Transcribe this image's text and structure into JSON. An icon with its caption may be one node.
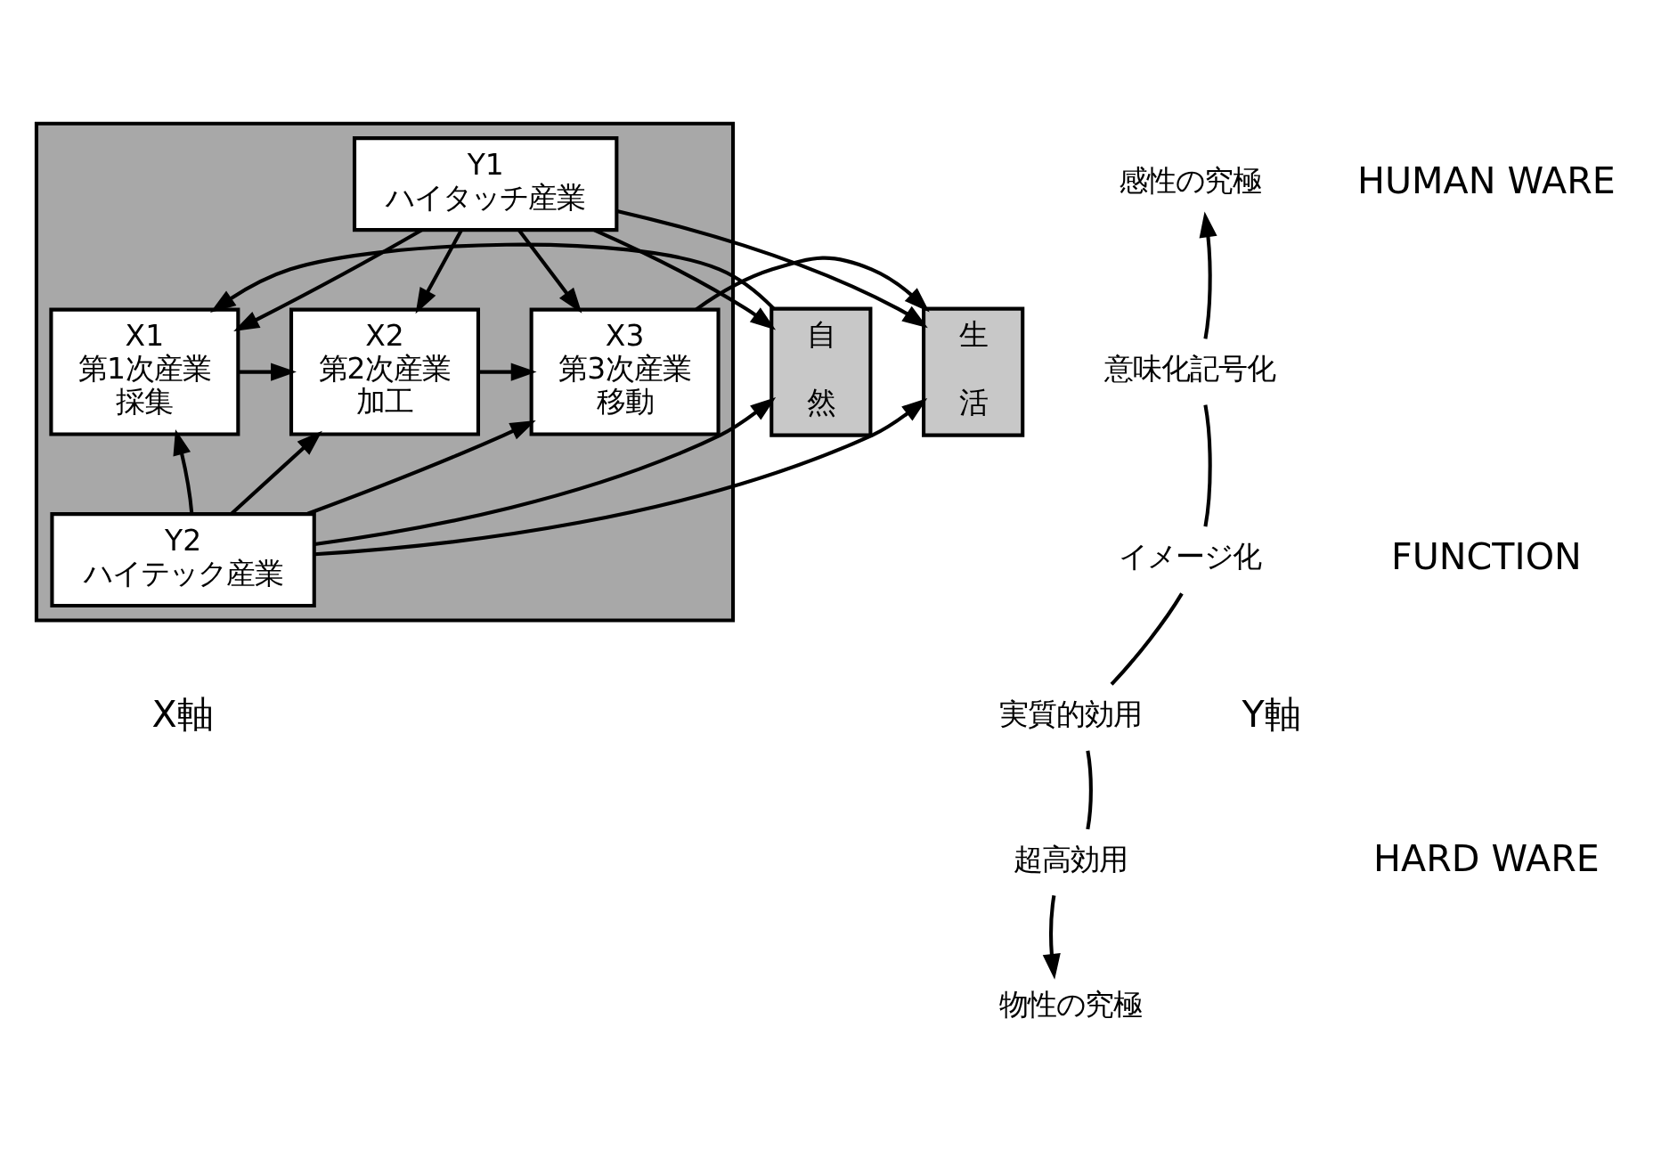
{
  "diagram": {
    "nodes": [
      {
        "text": [],
        "shape": "box"
      },
      {
        "text": [
          "Y1",
          "ハイタッチ産業"
        ],
        "in": 0
      },
      {
        "text": [
          "自然"
        ]
      },
      {
        "text": [
          "X1",
          "第1次産業",
          "採集"
        ],
        "in": 0
      },
      {
        "text": [
          "X2",
          "第2次産業",
          "加工"
        ],
        "in": 0
      },
      {
        "text": [
          "X3",
          "第3次産業",
          "移動"
        ],
        "in": 0
      },
      {
        "text": [
          "生活"
        ]
      },
      {
        "text": [
          "Y2",
          "ハイテック産業"
        ],
        "in": 0
      },
      {
        "text": [
          "感性の究極"
        ]
      },
      {
        "text": [
          "意味化記号化"
        ]
      },
      {
        "text": [
          "イメージ化"
        ]
      },
      {
        "text": [
          "実質的効用"
        ]
      },
      {
        "text": [
          "超高効用"
        ]
      },
      {
        "text": [
          "物性の究極"
        ]
      }
    ],
    "edges": [
      {
        "from": 1,
        "to": 2,
        "arrow": "to"
      },
      {
        "from": 1,
        "to": 3,
        "arrow": "to"
      },
      {
        "from": 1,
        "to": 4,
        "arrow": "to"
      },
      {
        "from": 1,
        "to": 5,
        "arrow": "to"
      },
      {
        "from": 1,
        "to": 6,
        "arrow": "to"
      },
      {
        "from": 2,
        "to": 3,
        "arrow": "to"
      },
      {
        "from": 3,
        "to": 4,
        "arrow": "to"
      },
      {
        "from": 4,
        "to": 5,
        "arrow": "to"
      },
      {
        "from": 5,
        "to": 6,
        "arrow": "to"
      },
      {
        "from": 7,
        "to": 2,
        "arrow": "to"
      },
      {
        "from": 7,
        "to": 3,
        "arrow": "to"
      },
      {
        "from": 7,
        "to": 4,
        "arrow": "to"
      },
      {
        "from": 7,
        "to": 5,
        "arrow": "to"
      },
      {
        "from": 7,
        "to": 6,
        "arrow": "to"
      },
      {
        "from": 9,
        "to": 8,
        "arrow": "to"
      },
      {
        "from": 10,
        "to": 9,
        "arrow": "none"
      },
      {
        "from": 11,
        "to": 10,
        "arrow": "none"
      },
      {
        "from": 12,
        "to": 11,
        "arrow": "none"
      },
      {
        "from": 12,
        "to": 13,
        "arrow": "to"
      }
    ],
    "labels": [
      "HUMAN WARE",
      "Y軸",
      "FUNCTION",
      "HARD WARE",
      "X軸"
    ]
  }
}
